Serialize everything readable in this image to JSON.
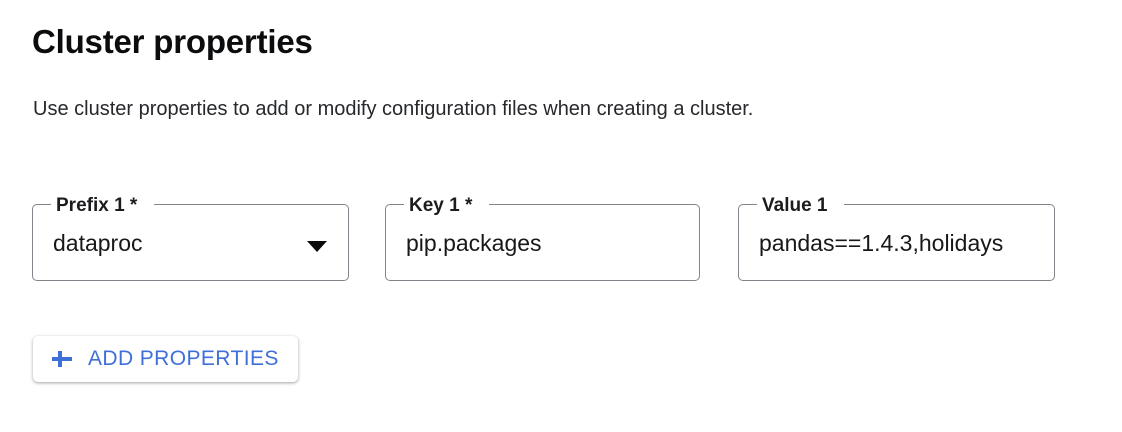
{
  "header": {
    "title": "Cluster properties",
    "description": "Use cluster properties to add or modify configuration files when creating a cluster."
  },
  "form": {
    "fields": [
      {
        "id": "prefix",
        "label": "Prefix 1 *",
        "value": "dataproc",
        "type": "select",
        "required": true,
        "icon": "chevron-down-icon"
      },
      {
        "id": "key",
        "label": "Key 1 *",
        "value": "pip.packages",
        "type": "text",
        "required": true
      },
      {
        "id": "value",
        "label": "Value 1",
        "value": "pandas==1.4.3,holidays",
        "type": "text",
        "required": false
      }
    ]
  },
  "actions": {
    "add_properties_label": "ADD PROPERTIES",
    "add_properties_icon": "plus-icon"
  },
  "colors": {
    "accent": "#3f6fd8",
    "text_primary": "#202124",
    "field_border": "#80868b",
    "background": "#ffffff"
  }
}
